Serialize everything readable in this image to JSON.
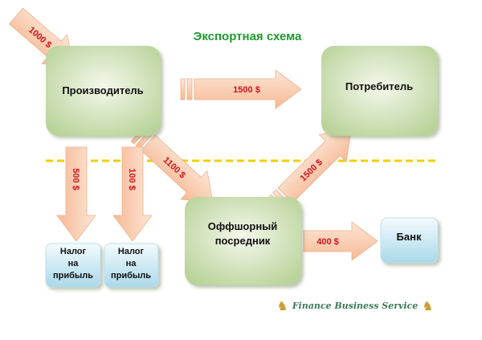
{
  "title": "Экспортная схема",
  "nodes": {
    "producer": "Производитель",
    "consumer": "Потребитель",
    "offshore_line1": "Оффшорный",
    "offshore_line2": "посредник",
    "bank": "Банк",
    "tax1_line1": "Налог",
    "tax1_line2": "на",
    "tax1_line3": "прибыль",
    "tax2_line1": "Налог",
    "tax2_line2": "на",
    "tax2_line3": "прибыль"
  },
  "flows": {
    "income": "1000 $",
    "producer_to_consumer": "1500 $",
    "producer_to_offshore": "1100 $",
    "offshore_to_consumer": "1500 $",
    "offshore_to_bank": "400 $",
    "tax1": "500 $",
    "tax2": "100 $"
  },
  "logo": "Finance Business Service",
  "colors": {
    "title": "#1e9b2c",
    "amount": "#d0141c",
    "border_line": "#f0d000",
    "arrow": "#f9c8a6"
  }
}
